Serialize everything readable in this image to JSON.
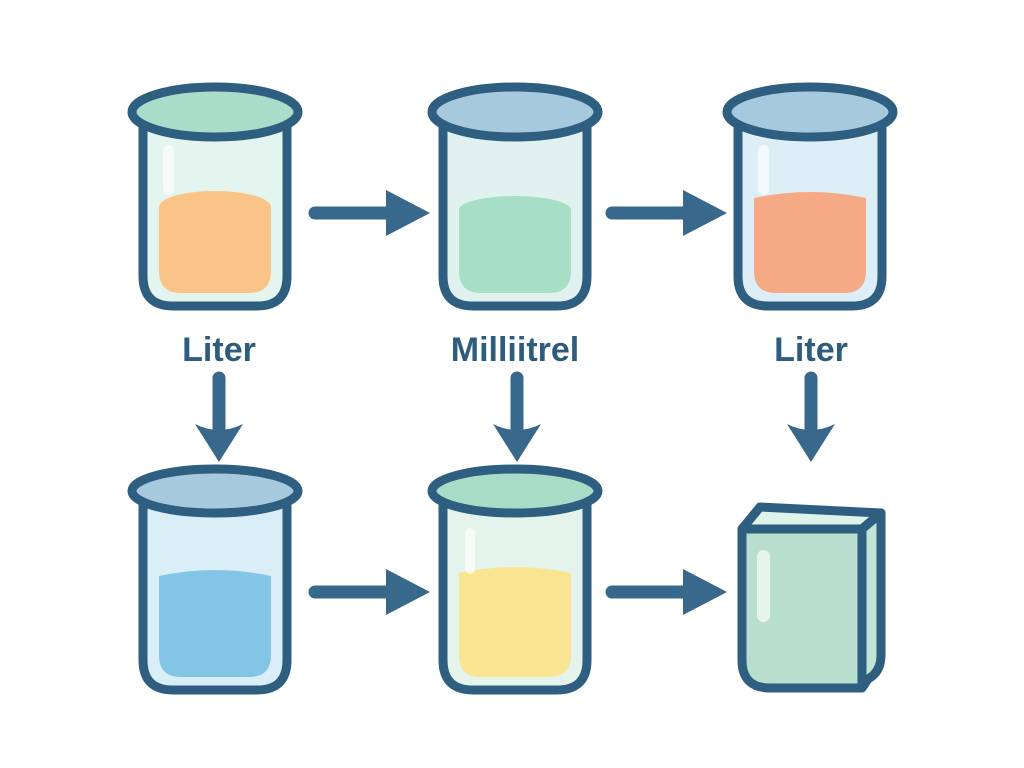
{
  "diagram": {
    "title": "liter-milliliter conversion illustration",
    "background": "#ffffff",
    "outline_color": "#2e5e80",
    "arrow_color": "#38688c",
    "label_color": "#2d5c7d",
    "highlight_color": "rgba(255,255,255,0.65)",
    "labels": [
      {
        "text": "Liter"
      },
      {
        "text": "Milliitrel"
      },
      {
        "text": "Liter"
      }
    ],
    "top_row": [
      {
        "name": "beaker-orange",
        "lid": "#aadcca",
        "glass": "#e4f4ee",
        "liquid": "#fac388"
      },
      {
        "name": "beaker-green",
        "lid": "#a7c9de",
        "glass": "#e0f1f0",
        "liquid": "#a6dfc6"
      },
      {
        "name": "beaker-salmon",
        "lid": "#a7c9de",
        "glass": "#ddeef6",
        "liquid": "#f5aa85"
      }
    ],
    "bottom_row": [
      {
        "name": "beaker-blue",
        "lid": "#a7c9de",
        "glass": "#daeef8",
        "liquid": "#84c5e6"
      },
      {
        "name": "beaker-yellow",
        "lid": "#a9dcc6",
        "glass": "#e4f4ec",
        "liquid": "#f9e591"
      },
      {
        "name": "box-mint",
        "front": "#b8decf",
        "top": "#def3ea",
        "side": "#c2e4d4"
      }
    ]
  }
}
